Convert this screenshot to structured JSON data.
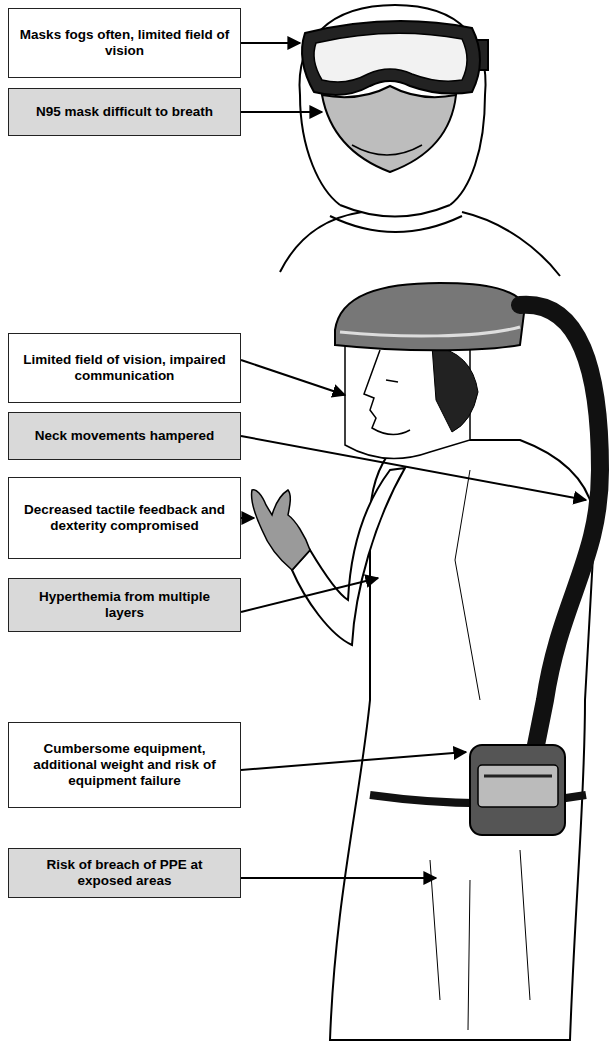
{
  "diagram": {
    "nodes": [
      {
        "text": [
          "Masks fogs often, limited field of vision"
        ]
      },
      {
        "text": [
          "N95 mask difficult to breath"
        ]
      },
      {
        "text": [
          "Limited field of vision, impaired communication"
        ]
      },
      {
        "text": [
          "Neck movements hampered"
        ]
      },
      {
        "text": [
          "Decreased tactile feedback and dexterity compromised"
        ]
      },
      {
        "text": [
          "Hyperthemia from multiple layers"
        ]
      },
      {
        "text": [
          "Cumbersome equipment, additional weight and risk of equipment failure"
        ]
      },
      {
        "text": [
          "Risk of breach of PPE at exposed areas"
        ]
      }
    ]
  }
}
